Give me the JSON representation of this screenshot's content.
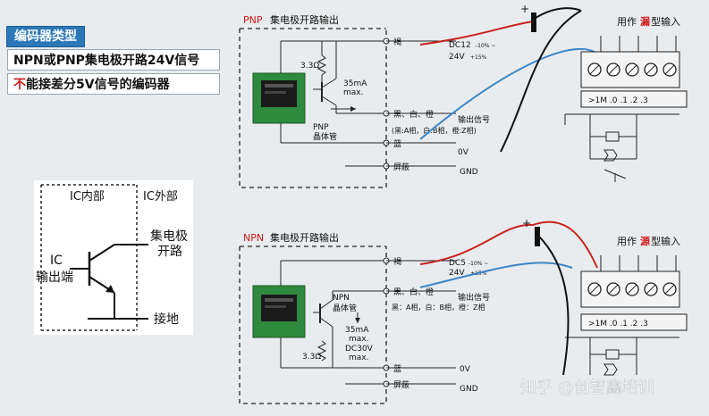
{
  "left": {
    "title": "编码器类型",
    "line1": "NPN或PNP集电极开路24V信号",
    "line2_red": "不",
    "line2_rest": "能接差分5V信号的编码器"
  },
  "ic_panel": {
    "inside": "IC内部",
    "outside": "IC外部",
    "ic": "IC",
    "output_end": "输出端",
    "collector_open_1": "集电极",
    "collector_open_2": "开路",
    "ground": "接地"
  },
  "pnp": {
    "type": "PNP",
    "heading": "集电极开路输出",
    "resistor": "3.3Ω",
    "current": "35mA",
    "max": "max.",
    "transistor_1": "PNP",
    "transistor_2": "晶体管",
    "term_brown": "褐",
    "term_signals": "黑、白、橙",
    "signals_detail": "(黑:A相，白:B相，橙:Z相)",
    "term_blue": "蓝",
    "term_shield": "屏蔽",
    "supply_1": "DC12",
    "supply_2": "24V",
    "tol_neg": "-10% ~",
    "tol_pos": "+15%",
    "output_signal": "输出信号",
    "zero_v": "0V",
    "gnd": "GND",
    "plc_pre": "用作",
    "plc_key": "漏",
    "plc_post": "型输入",
    "plc_terminals": ">1M  .0    .1    .2    .3"
  },
  "npn": {
    "type": "NPN",
    "heading": "集电极开路输出",
    "resistor": "3.3Ω",
    "current_1": "35mA",
    "current_2": "max.",
    "rating_1": "DC30V",
    "rating_2": "max.",
    "transistor_1": "NPN",
    "transistor_2": "晶体管",
    "term_brown": "褐",
    "term_signals": "黑、白、橙",
    "signals_detail": "黑：A相，白：B相，橙：Z相",
    "term_blue": "蓝",
    "term_shield": "屏蔽",
    "supply_1": "DC5",
    "supply_2": "24V",
    "tol_neg": "-10% ~",
    "tol_pos": "+15%",
    "output_signal": "输出信号",
    "zero_v": "0V",
    "gnd": "GND",
    "plc_pre": "用作",
    "plc_key": "源",
    "plc_post": "型输入",
    "plc_terminals": ">1M  .0    .1    .2    .3"
  },
  "watermark": "知乎 @创智鑫培训",
  "colors": {
    "wire_red": "#c8221c",
    "wire_blue": "#3a86c8",
    "pcb_green": "#2e8a3e",
    "key_red": "#d01818"
  }
}
